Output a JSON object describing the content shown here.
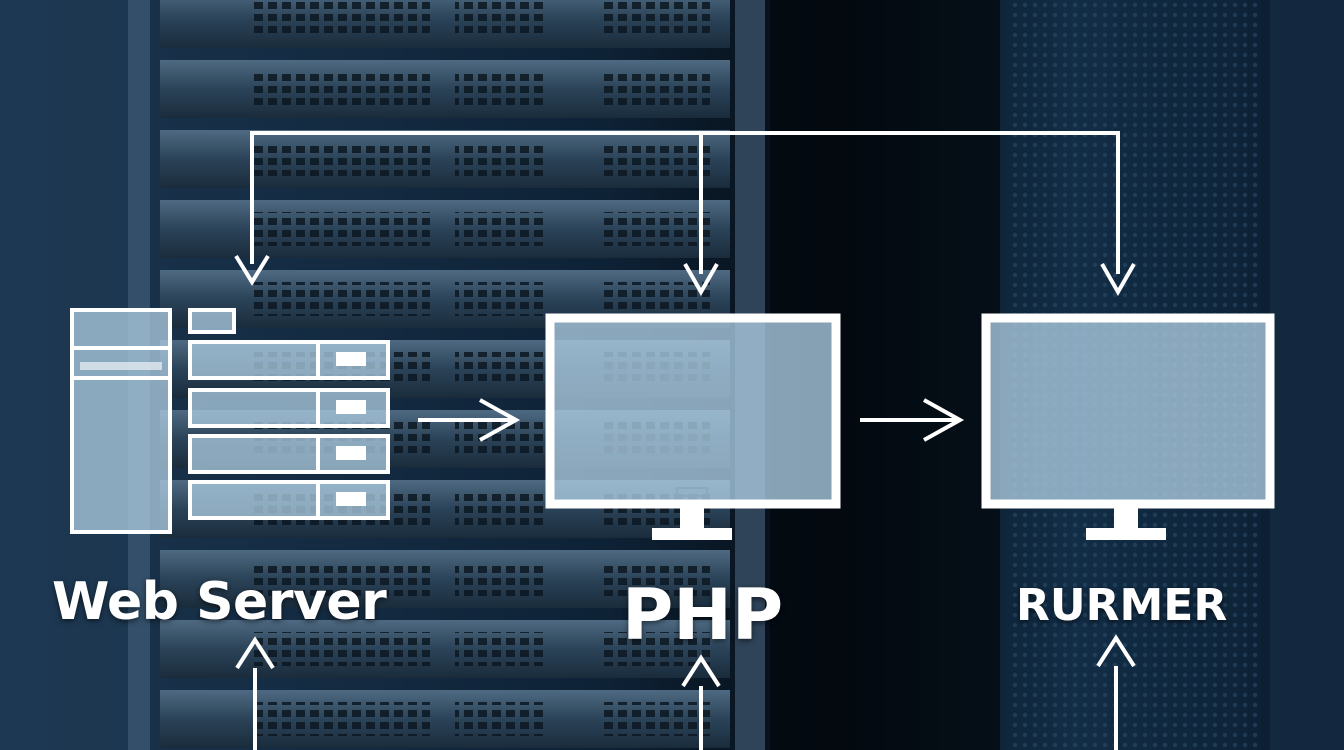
{
  "diagram": {
    "nodes": [
      {
        "id": "web-server",
        "label": "Web Server",
        "icon": "server-tower-rack-icon"
      },
      {
        "id": "php",
        "label": "PHP",
        "icon": "monitor-icon"
      },
      {
        "id": "third",
        "label": "RURMER",
        "icon": "monitor-icon"
      }
    ],
    "edges": [
      {
        "from": "web-server",
        "to": "php"
      },
      {
        "from": "php",
        "to": "third"
      }
    ],
    "colors": {
      "line": "#ffffff",
      "box_fill": "#a9c8dd",
      "background": "#0b1a2a"
    }
  }
}
